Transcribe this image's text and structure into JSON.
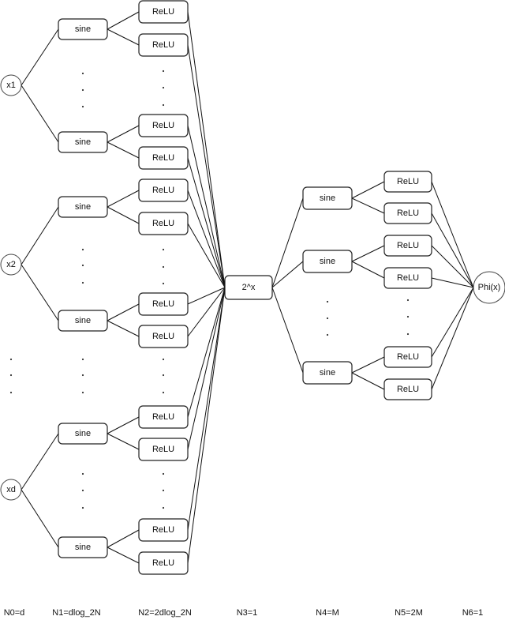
{
  "inputs": [
    "x1",
    "x2",
    "xd"
  ],
  "node_labels": {
    "sine": "sine",
    "relu": "ReLU",
    "exp": "2^x",
    "output": "Phi(x)"
  },
  "layer_labels": [
    "N0=d",
    "N1=dlog_2N",
    "N2=2dlog_2N",
    "N3=1",
    "N4=M",
    "N5=2M",
    "N6=1"
  ]
}
